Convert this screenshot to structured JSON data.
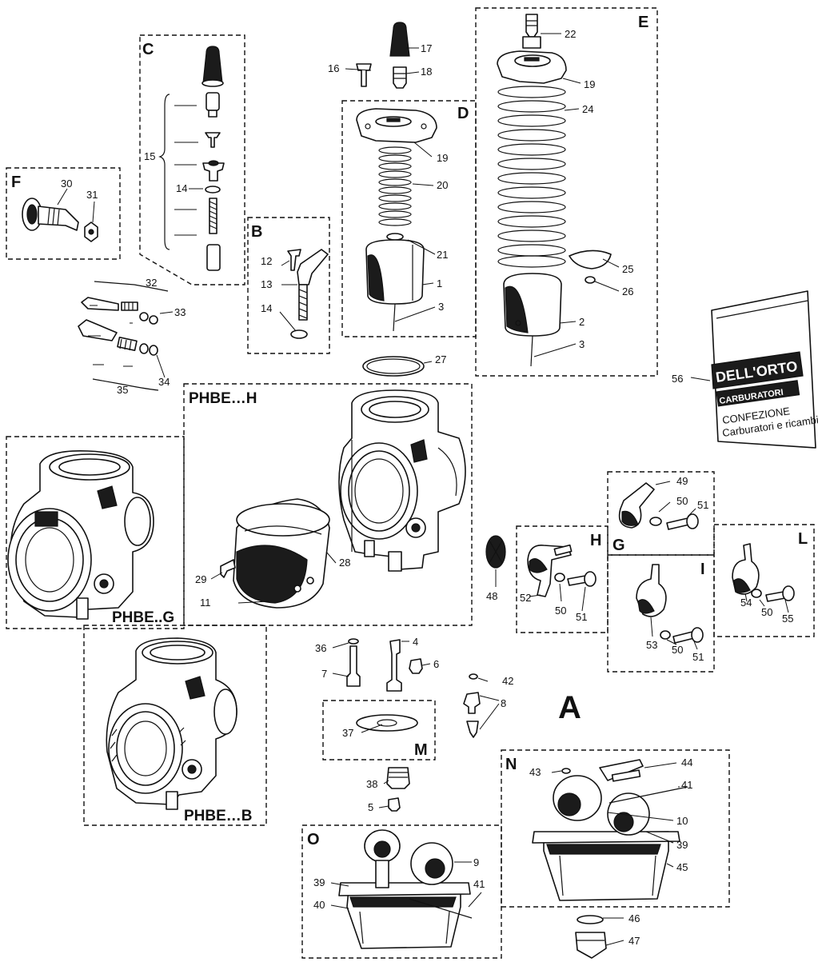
{
  "section_letter": "A",
  "box_labels": {
    "B": "B",
    "C": "C",
    "D": "D",
    "E": "E",
    "F": "F",
    "G": "G",
    "H": "H",
    "I": "I",
    "L": "L",
    "M": "M",
    "N": "N",
    "O": "O"
  },
  "models": {
    "h": "PHBE…H",
    "g": "PHBE..G",
    "b": "PHBE…B"
  },
  "bag": {
    "brand": "DELL'ORTO",
    "line1": "CARBURATORI",
    "line2": "CONFEZIONE",
    "line3": "Carburatori e ricambi"
  },
  "parts": {
    "p1": "1",
    "p2": "2",
    "p3a": "3",
    "p3b": "3",
    "p4": "4",
    "p5": "5",
    "p6": "6",
    "p7": "7",
    "p8": "8",
    "p9": "9",
    "p10": "10",
    "p11": "11",
    "p12": "12",
    "p13": "13",
    "p14a": "14",
    "p14b": "14",
    "p15": "15",
    "p16": "16",
    "p17": "17",
    "p18": "18",
    "p19a": "19",
    "p19b": "19",
    "p20": "20",
    "p21": "21",
    "p22": "22",
    "p24": "24",
    "p25": "25",
    "p26": "26",
    "p27": "27",
    "p28": "28",
    "p29": "29",
    "p30": "30",
    "p31": "31",
    "p32": "32",
    "p33": "33",
    "p34": "34",
    "p35": "35",
    "p36": "36",
    "p37": "37",
    "p38": "38",
    "p39a": "39",
    "p39b": "39",
    "p40": "40",
    "p41a": "41",
    "p41b": "41",
    "p42": "42",
    "p43": "43",
    "p44": "44",
    "p45": "45",
    "p46": "46",
    "p47": "47",
    "p48": "48",
    "p49": "49",
    "p50a": "50",
    "p50b": "50",
    "p50c": "50",
    "p50d": "50",
    "p51a": "51",
    "p51b": "51",
    "p51c": "51",
    "p52": "52",
    "p53": "53",
    "p54": "54",
    "p55": "55",
    "p56": "56"
  }
}
